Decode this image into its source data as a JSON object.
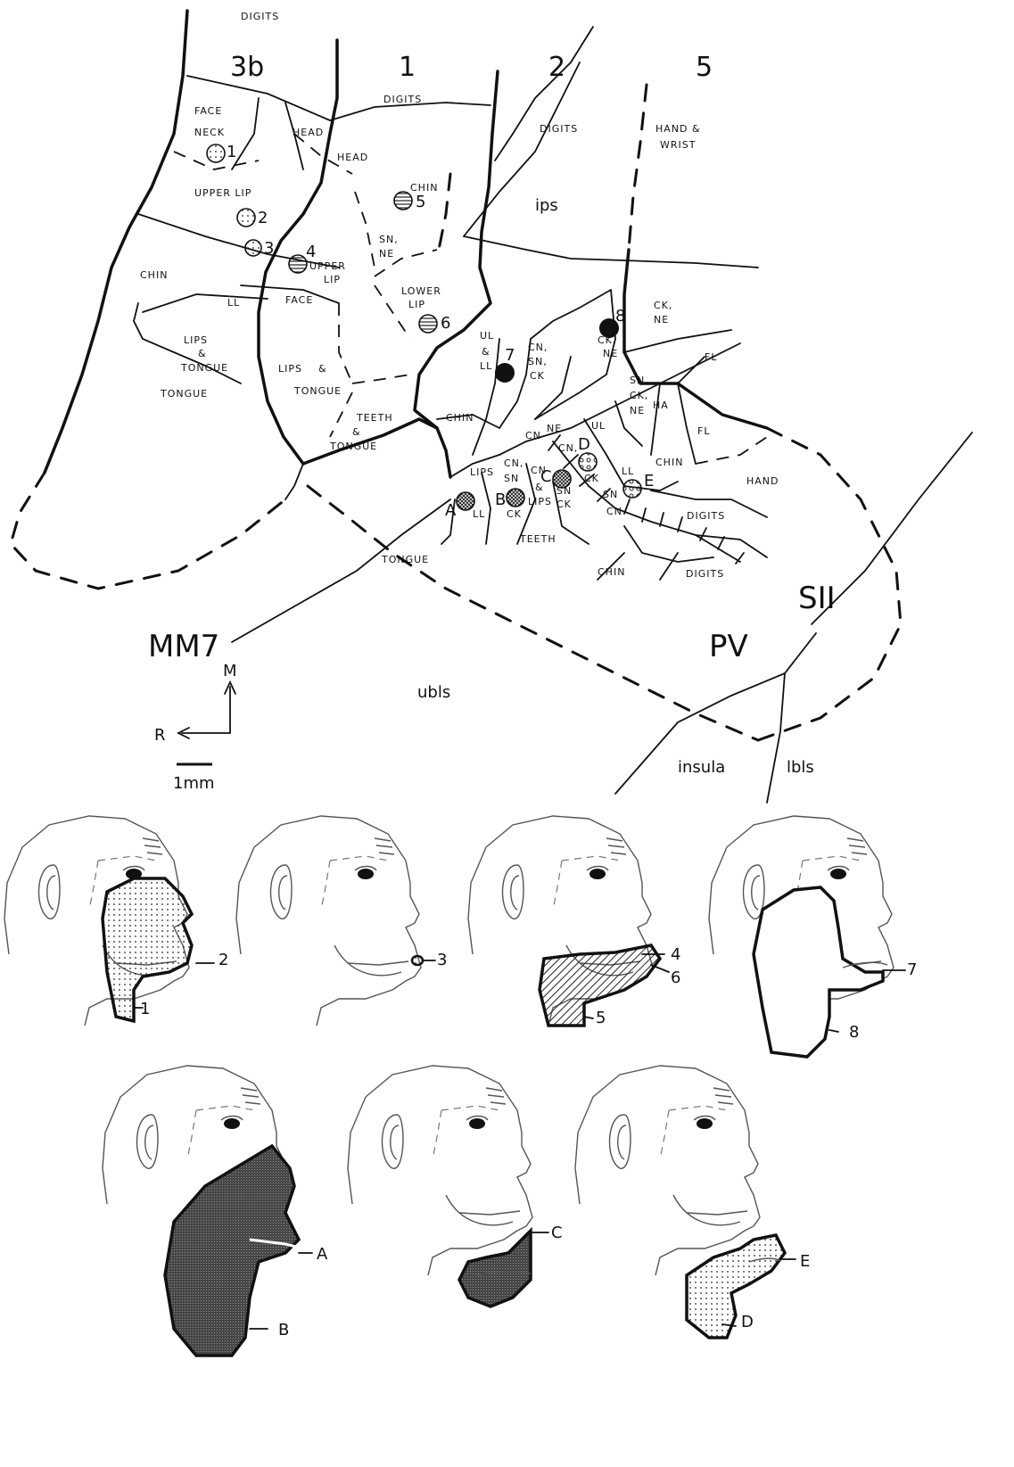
{
  "areas": {
    "a3b": "3b",
    "a1": "1",
    "a2": "2",
    "a5": "5",
    "mm7": "MM7",
    "sii": "SII",
    "pv": "PV",
    "ips": "ips",
    "ubls": "ubls",
    "insula": "insula",
    "lbls": "lbls"
  },
  "orientation": {
    "m": "M",
    "r": "R",
    "scale": "1mm"
  },
  "labels": {
    "digits_top": "DIGITS",
    "face": "FACE",
    "neck": "NECK",
    "head1": "HEAD",
    "head2": "HEAD",
    "upper_lip1": "UPPER LIP",
    "chin1": "CHIN",
    "ll1": "LL",
    "face2": "FACE",
    "lips": "LIPS",
    "amp1": "&",
    "tongue_a": "TONGUE",
    "tongue1": "TONGUE",
    "upper2a": "UPPER",
    "lip2a": "LIP",
    "lips2": "LIPS",
    "amp2": "&",
    "tongue2": "TONGUE",
    "digits1": "DIGITS",
    "chin2": "CHIN",
    "sn_ne": "SN,",
    "ne1": "NE",
    "lower": "LOWER",
    "lip3": "LIP",
    "teeth1": "TEETH",
    "amp3": "&",
    "tongue3": "TONGUE",
    "digits2": "DIGITS",
    "hand_wrist1": "HAND &",
    "hand_wrist2": "WRIST",
    "ul": "UL",
    "amp4": "&",
    "ll2": "LL",
    "cn1": "CN,",
    "sn1": "SN,",
    "ck1": "CK",
    "ck2": "CK,",
    "ne2": "NE",
    "ck3": "CK,",
    "ne3": "NE",
    "fl1": "FL",
    "sn2": "SN,",
    "ck4": "CK,",
    "ne4": "NE",
    "ha": "HA",
    "fl2": "FL",
    "hand": "HAND",
    "chin3": "CHIN",
    "cn2": "CN",
    "ne5": "NE",
    "ul2": "UL",
    "lips3": "LIPS",
    "cn3": "CN,",
    "sn3": "SN",
    "ck5": "CK",
    "cn4": "CN",
    "amp5": "&",
    "lips4": "LIPS",
    "cn5": "CN,",
    "ck6": "CK",
    "sn4": "SN",
    "ck7": "CK",
    "ll3": "LL",
    "chin4": "CHIN",
    "sn5": "SN",
    "cn6": "CN",
    "ll4": "LL",
    "teeth2": "TEETH",
    "digits3": "DIGITS",
    "tongue4": "TONGUE",
    "chin5": "CHIN",
    "digits4": "DIGITS"
  },
  "sites": {
    "s1": "1",
    "s2": "2",
    "s3": "3",
    "s4": "4",
    "s5": "5",
    "s6": "6",
    "s7": "7",
    "s8": "8",
    "sA": "A",
    "sB": "B",
    "sC": "C",
    "sD": "D",
    "sE": "E"
  },
  "faces": {
    "f1a": "2",
    "f1b": "1",
    "f2a": "3",
    "f3a": "4",
    "f3b": "6",
    "f3c": "5",
    "f4a": "7",
    "f4b": "8",
    "f5a": "A",
    "f5b": "B",
    "f6a": "C",
    "f7a": "E",
    "f7b": "D"
  }
}
